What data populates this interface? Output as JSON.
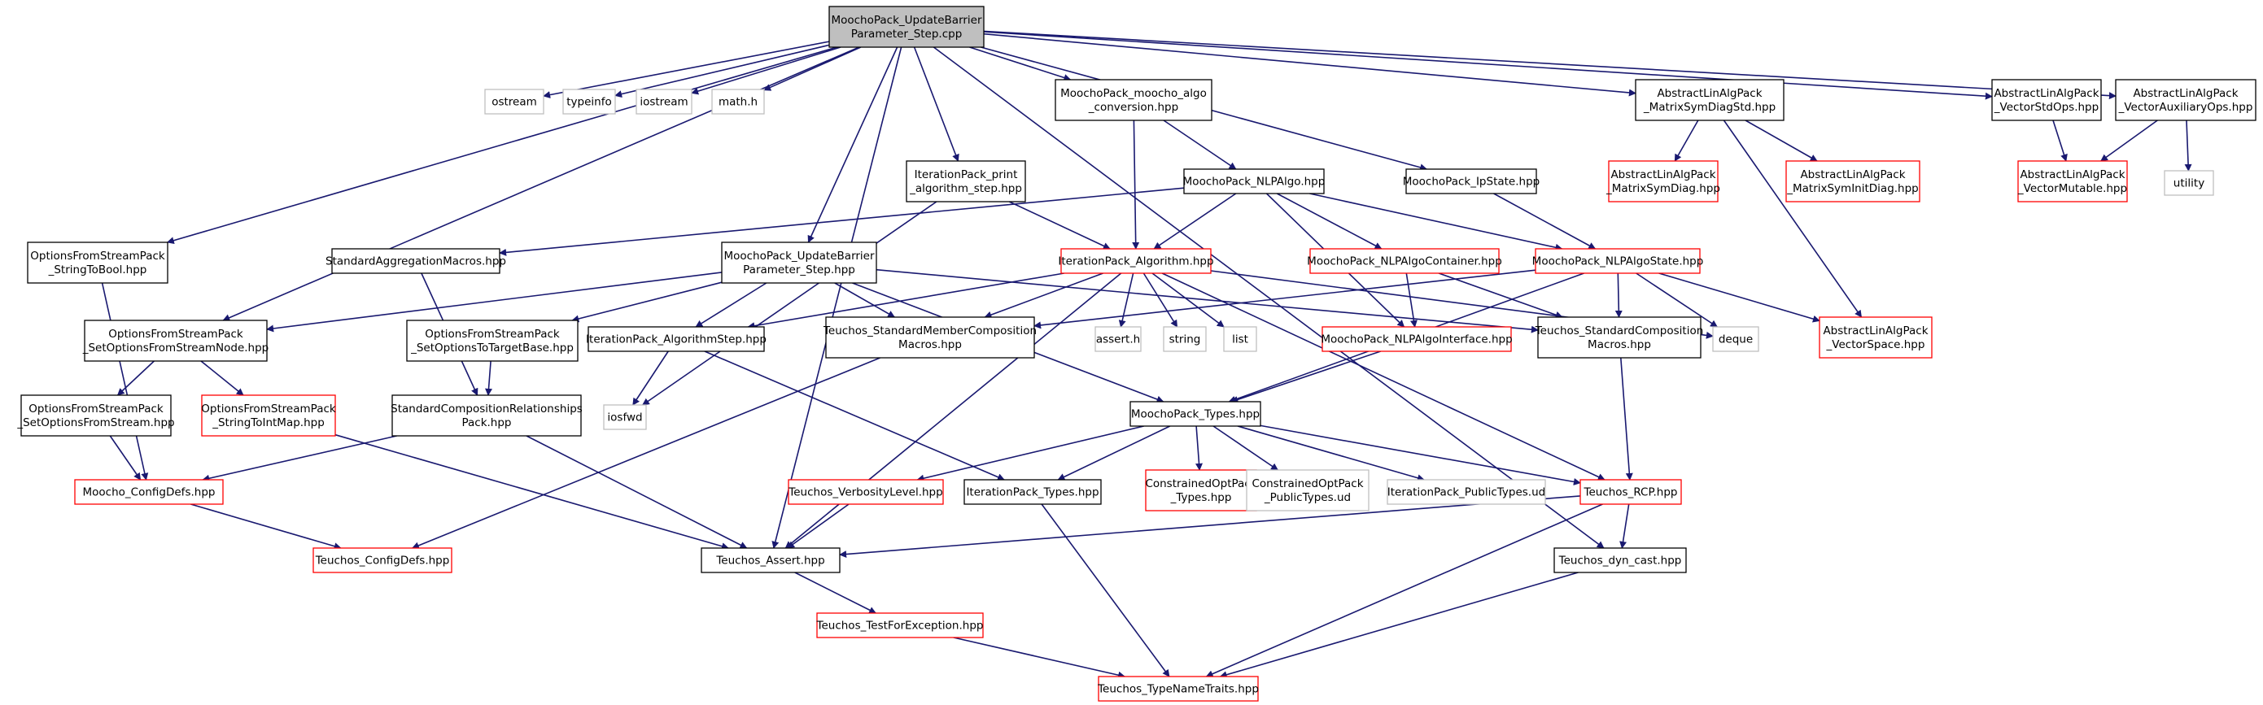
{
  "graph": {
    "node_style": {
      "root": {
        "fill": "#bfbfbf",
        "stroke": "#000000"
      },
      "doc": {
        "fill": "#ffffff",
        "stroke": "#000000"
      },
      "nodoc": {
        "fill": "#ffffff",
        "stroke": "#ff0000"
      },
      "system": {
        "fill": "#ffffff",
        "stroke": "#bfbfbf"
      }
    },
    "edge_color": "#191970",
    "nodes": [
      {
        "id": "root",
        "style": "root",
        "lines": [
          "MoochoPack_UpdateBarrier",
          "Parameter_Step.cpp"
        ]
      },
      {
        "id": "ostream",
        "style": "system",
        "lines": [
          "ostream"
        ]
      },
      {
        "id": "typeinfo",
        "style": "system",
        "lines": [
          "typeinfo"
        ]
      },
      {
        "id": "iostream",
        "style": "system",
        "lines": [
          "iostream"
        ]
      },
      {
        "id": "mathh",
        "style": "system",
        "lines": [
          "math.h"
        ]
      },
      {
        "id": "conv",
        "style": "doc",
        "lines": [
          "MoochoPack_moocho_algo",
          "_conversion.hpp"
        ]
      },
      {
        "id": "symdiagstd",
        "style": "doc",
        "lines": [
          "AbstractLinAlgPack",
          "_MatrixSymDiagStd.hpp"
        ]
      },
      {
        "id": "vecstdops",
        "style": "doc",
        "lines": [
          "AbstractLinAlgPack",
          "_VectorStdOps.hpp"
        ]
      },
      {
        "id": "vecauxops",
        "style": "doc",
        "lines": [
          "AbstractLinAlgPack",
          "_VectorAuxiliaryOps.hpp"
        ]
      },
      {
        "id": "symdiag",
        "style": "nodoc",
        "lines": [
          "AbstractLinAlgPack",
          "_MatrixSymDiag.hpp"
        ]
      },
      {
        "id": "syminitdiag",
        "style": "nodoc",
        "lines": [
          "AbstractLinAlgPack",
          "_MatrixSymInitDiag.hpp"
        ]
      },
      {
        "id": "vecmutable",
        "style": "nodoc",
        "lines": [
          "AbstractLinAlgPack",
          "_VectorMutable.hpp"
        ]
      },
      {
        "id": "utility",
        "style": "system",
        "lines": [
          "utility"
        ]
      },
      {
        "id": "printalgo",
        "style": "doc",
        "lines": [
          "IterationPack_print",
          "_algorithm_step.hpp"
        ]
      },
      {
        "id": "nlpalgo",
        "style": "doc",
        "lines": [
          "MoochoPack_NLPAlgo.hpp"
        ]
      },
      {
        "id": "ipstate",
        "style": "doc",
        "lines": [
          "MoochoPack_IpState.hpp"
        ]
      },
      {
        "id": "strtobool",
        "style": "doc",
        "lines": [
          "OptionsFromStreamPack",
          "_StringToBool.hpp"
        ]
      },
      {
        "id": "stdaggr",
        "style": "doc",
        "lines": [
          "StandardAggregationMacros.hpp"
        ]
      },
      {
        "id": "ubstep",
        "style": "doc",
        "lines": [
          "MoochoPack_UpdateBarrier",
          "Parameter_Step.hpp"
        ]
      },
      {
        "id": "italgo",
        "style": "nodoc",
        "lines": [
          "IterationPack_Algorithm.hpp"
        ]
      },
      {
        "id": "nlpcont",
        "style": "nodoc",
        "lines": [
          "MoochoPack_NLPAlgoContainer.hpp"
        ]
      },
      {
        "id": "nlpstate",
        "style": "nodoc",
        "lines": [
          "MoochoPack_NLPAlgoState.hpp"
        ]
      },
      {
        "id": "vecspace",
        "style": "nodoc",
        "lines": [
          "AbstractLinAlgPack",
          "_VectorSpace.hpp"
        ]
      },
      {
        "id": "setfromnode",
        "style": "doc",
        "lines": [
          "OptionsFromStreamPack",
          "_SetOptionsFromStreamNode.hpp"
        ]
      },
      {
        "id": "settarget",
        "style": "doc",
        "lines": [
          "OptionsFromStreamPack",
          "_SetOptionsToTargetBase.hpp"
        ]
      },
      {
        "id": "algostep",
        "style": "doc",
        "lines": [
          "IterationPack_AlgorithmStep.hpp"
        ]
      },
      {
        "id": "stdmember",
        "style": "doc",
        "lines": [
          "Teuchos_StandardMemberComposition",
          "Macros.hpp"
        ]
      },
      {
        "id": "asserth",
        "style": "system",
        "lines": [
          "assert.h"
        ]
      },
      {
        "id": "string",
        "style": "system",
        "lines": [
          "string"
        ]
      },
      {
        "id": "list",
        "style": "system",
        "lines": [
          "list"
        ]
      },
      {
        "id": "nlpiface",
        "style": "nodoc",
        "lines": [
          "MoochoPack_NLPAlgoInterface.hpp"
        ]
      },
      {
        "id": "stdcomp",
        "style": "doc",
        "lines": [
          "Teuchos_StandardComposition",
          "Macros.hpp"
        ]
      },
      {
        "id": "deque",
        "style": "system",
        "lines": [
          "deque"
        ]
      },
      {
        "id": "setfromstream",
        "style": "doc",
        "lines": [
          "OptionsFromStreamPack",
          "_SetOptionsFromStream.hpp"
        ]
      },
      {
        "id": "strtointmap",
        "style": "nodoc",
        "lines": [
          "OptionsFromStreamPack",
          "_StringToIntMap.hpp"
        ]
      },
      {
        "id": "stdcomprel",
        "style": "doc",
        "lines": [
          "StandardCompositionRelationships",
          "Pack.hpp"
        ]
      },
      {
        "id": "iosfwd",
        "style": "system",
        "lines": [
          "iosfwd"
        ]
      },
      {
        "id": "mtypes",
        "style": "doc",
        "lines": [
          "MoochoPack_Types.hpp"
        ]
      },
      {
        "id": "configdefs",
        "style": "nodoc",
        "lines": [
          "Moocho_ConfigDefs.hpp"
        ]
      },
      {
        "id": "verbosity",
        "style": "nodoc",
        "lines": [
          "Teuchos_VerbosityLevel.hpp"
        ]
      },
      {
        "id": "ittypes",
        "style": "doc",
        "lines": [
          "IterationPack_Types.hpp"
        ]
      },
      {
        "id": "constrtypes",
        "style": "nodoc",
        "lines": [
          "ConstrainedOptPack",
          "_Types.hpp"
        ]
      },
      {
        "id": "constrpub",
        "style": "system",
        "lines": [
          "ConstrainedOptPack",
          "_PublicTypes.ud"
        ]
      },
      {
        "id": "itpub",
        "style": "system",
        "lines": [
          "IterationPack_PublicTypes.ud"
        ]
      },
      {
        "id": "rcp",
        "style": "nodoc",
        "lines": [
          "Teuchos_RCP.hpp"
        ]
      },
      {
        "id": "tconfigdefs",
        "style": "nodoc",
        "lines": [
          "Teuchos_ConfigDefs.hpp"
        ]
      },
      {
        "id": "tassert",
        "style": "doc",
        "lines": [
          "Teuchos_Assert.hpp"
        ]
      },
      {
        "id": "dyncast",
        "style": "doc",
        "lines": [
          "Teuchos_dyn_cast.hpp"
        ]
      },
      {
        "id": "testexc",
        "style": "nodoc",
        "lines": [
          "Teuchos_TestForException.hpp"
        ]
      },
      {
        "id": "typename",
        "style": "nodoc",
        "lines": [
          "Teuchos_TypeNameTraits.hpp"
        ]
      }
    ],
    "edges": [
      [
        "root",
        "ostream"
      ],
      [
        "root",
        "typeinfo"
      ],
      [
        "root",
        "iostream"
      ],
      [
        "root",
        "mathh"
      ],
      [
        "root",
        "conv"
      ],
      [
        "root",
        "symdiagstd"
      ],
      [
        "root",
        "vecstdops"
      ],
      [
        "root",
        "vecauxops"
      ],
      [
        "root",
        "printalgo"
      ],
      [
        "root",
        "ipstate"
      ],
      [
        "root",
        "strtobool"
      ],
      [
        "root",
        "ubstep"
      ],
      [
        "root",
        "setfromnode"
      ],
      [
        "root",
        "tassert"
      ],
      [
        "root",
        "dyncast"
      ],
      [
        "conv",
        "nlpalgo"
      ],
      [
        "conv",
        "italgo"
      ],
      [
        "symdiagstd",
        "symdiag"
      ],
      [
        "symdiagstd",
        "syminitdiag"
      ],
      [
        "symdiagstd",
        "vecspace"
      ],
      [
        "vecstdops",
        "vecmutable"
      ],
      [
        "vecauxops",
        "vecmutable"
      ],
      [
        "vecauxops",
        "utility"
      ],
      [
        "printalgo",
        "italgo"
      ],
      [
        "printalgo",
        "iosfwd"
      ],
      [
        "nlpalgo",
        "stdaggr"
      ],
      [
        "nlpalgo",
        "italgo"
      ],
      [
        "nlpalgo",
        "nlpcont"
      ],
      [
        "nlpalgo",
        "nlpstate"
      ],
      [
        "nlpalgo",
        "nlpiface"
      ],
      [
        "ipstate",
        "nlpstate"
      ],
      [
        "strtobool",
        "configdefs"
      ],
      [
        "stdaggr",
        "stdcomprel"
      ],
      [
        "ubstep",
        "setfromnode"
      ],
      [
        "ubstep",
        "settarget"
      ],
      [
        "ubstep",
        "algostep"
      ],
      [
        "ubstep",
        "stdmember"
      ],
      [
        "ubstep",
        "stdcomp"
      ],
      [
        "ubstep",
        "mtypes"
      ],
      [
        "italgo",
        "algostep"
      ],
      [
        "italgo",
        "stdmember"
      ],
      [
        "italgo",
        "asserth"
      ],
      [
        "italgo",
        "string"
      ],
      [
        "italgo",
        "list"
      ],
      [
        "italgo",
        "deque"
      ],
      [
        "italgo",
        "rcp"
      ],
      [
        "italgo",
        "tassert"
      ],
      [
        "nlpcont",
        "nlpiface"
      ],
      [
        "nlpcont",
        "stdcomp"
      ],
      [
        "nlpstate",
        "stdmember"
      ],
      [
        "nlpstate",
        "stdcomp"
      ],
      [
        "nlpstate",
        "deque"
      ],
      [
        "nlpstate",
        "vecspace"
      ],
      [
        "nlpstate",
        "mtypes"
      ],
      [
        "setfromnode",
        "setfromstream"
      ],
      [
        "setfromnode",
        "strtointmap"
      ],
      [
        "settarget",
        "stdcomprel"
      ],
      [
        "algostep",
        "iosfwd"
      ],
      [
        "algostep",
        "ittypes"
      ],
      [
        "stdmember",
        "tconfigdefs"
      ],
      [
        "nlpiface",
        "mtypes"
      ],
      [
        "stdcomp",
        "rcp"
      ],
      [
        "setfromstream",
        "configdefs"
      ],
      [
        "strtointmap",
        "tassert"
      ],
      [
        "stdcomprel",
        "configdefs"
      ],
      [
        "stdcomprel",
        "tassert"
      ],
      [
        "mtypes",
        "verbosity"
      ],
      [
        "mtypes",
        "ittypes"
      ],
      [
        "mtypes",
        "constrtypes"
      ],
      [
        "mtypes",
        "constrpub"
      ],
      [
        "mtypes",
        "itpub"
      ],
      [
        "mtypes",
        "rcp"
      ],
      [
        "configdefs",
        "tconfigdefs"
      ],
      [
        "verbosity",
        "tassert"
      ],
      [
        "ittypes",
        "typename"
      ],
      [
        "rcp",
        "tassert"
      ],
      [
        "rcp",
        "dyncast"
      ],
      [
        "rcp",
        "typename"
      ],
      [
        "tassert",
        "testexc"
      ],
      [
        "dyncast",
        "typename"
      ],
      [
        "testexc",
        "typename"
      ]
    ]
  }
}
